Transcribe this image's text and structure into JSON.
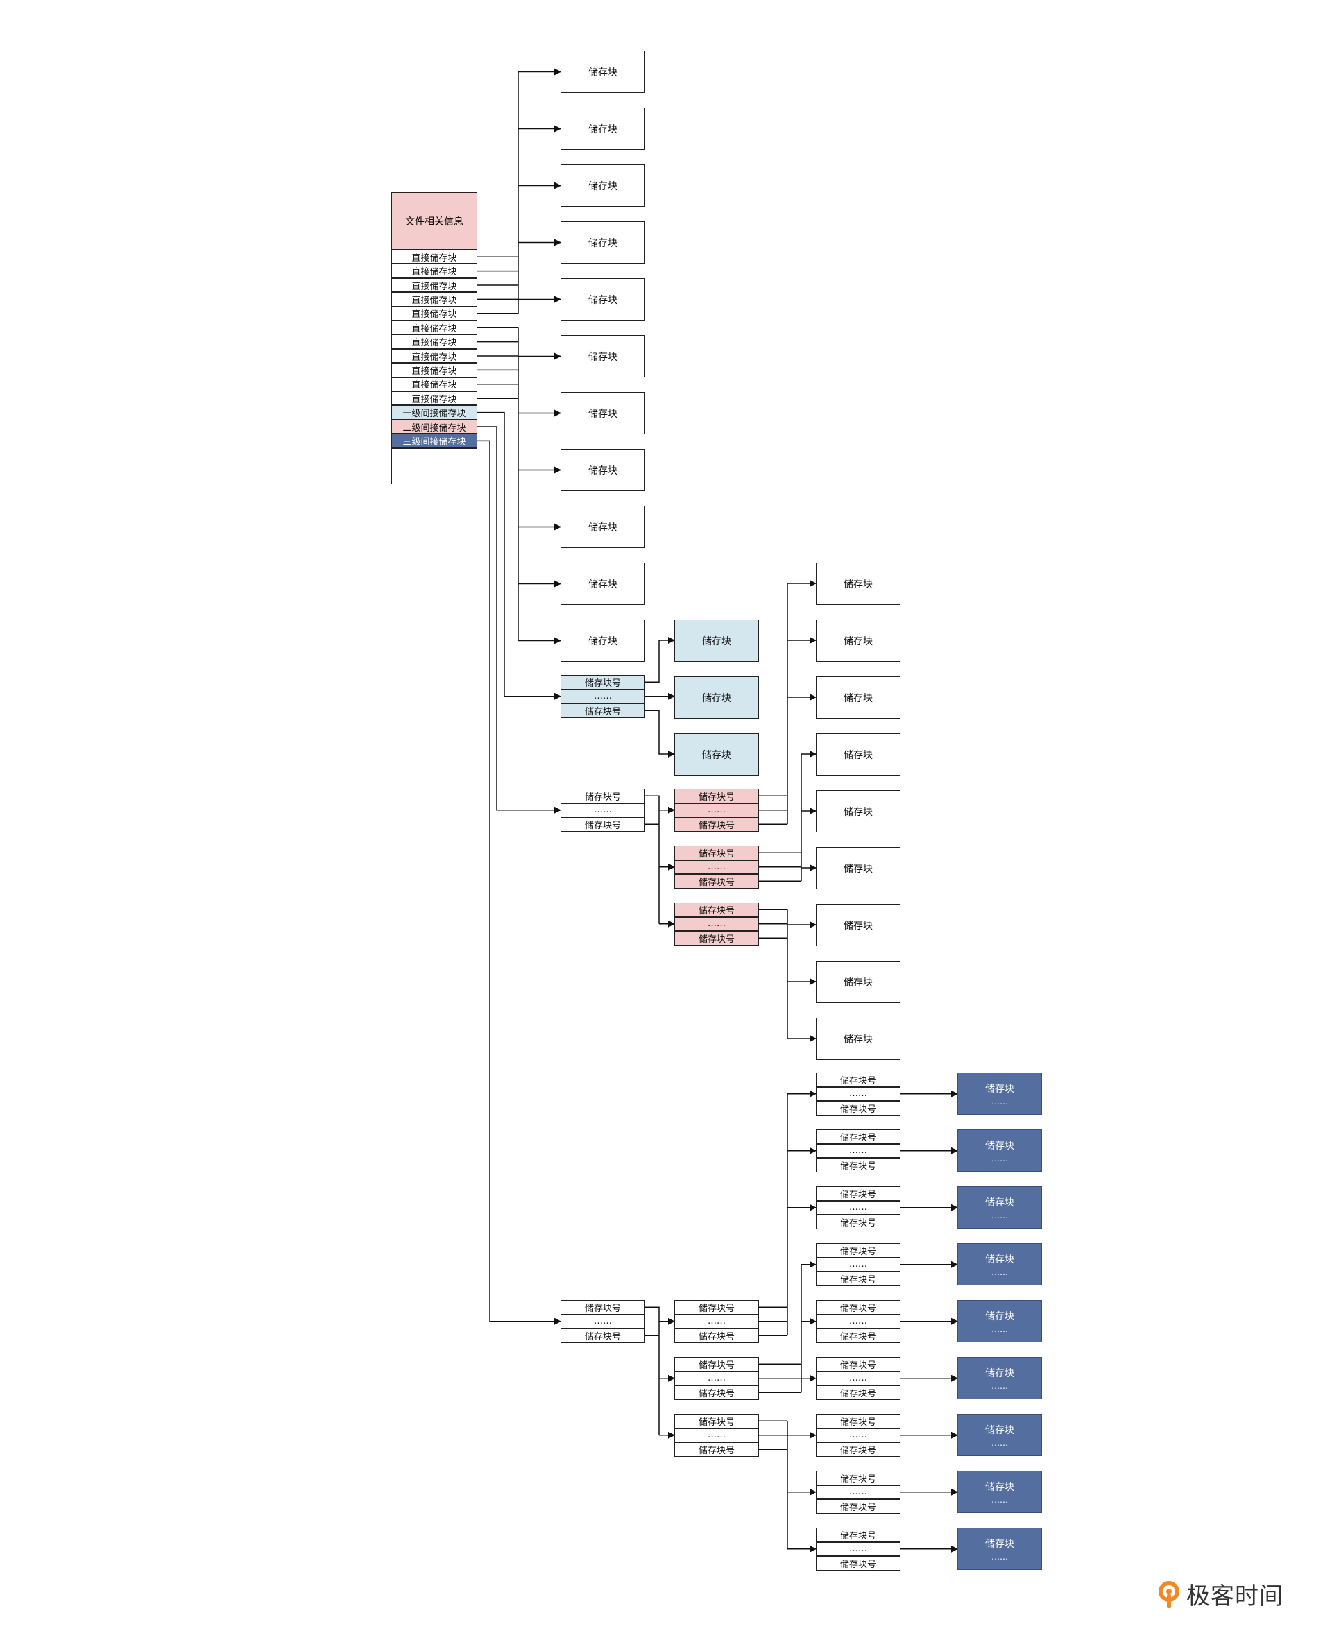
{
  "inode": {
    "info": "文件相关信息",
    "direct": [
      "直接储存块",
      "直接储存块",
      "直接储存块",
      "直接储存块",
      "直接储存块",
      "直接储存块",
      "直接储存块",
      "直接储存块",
      "直接储存块",
      "直接储存块",
      "直接储存块"
    ],
    "single_indirect": "一级间接储存块",
    "double_indirect": "二级间接储存块",
    "triple_indirect": "三级间接储存块"
  },
  "labels": {
    "block": "储存块",
    "block_number": "储存块号",
    "ellipsis": "……"
  },
  "colors": {
    "info_bg": "#f4cccc",
    "level1": "#d4e6ee",
    "level2": "#f4cccc",
    "level3": "#536e9f",
    "line": "#111111",
    "logo_orange": "#f08a24"
  },
  "brand": {
    "name": "极客时间"
  }
}
